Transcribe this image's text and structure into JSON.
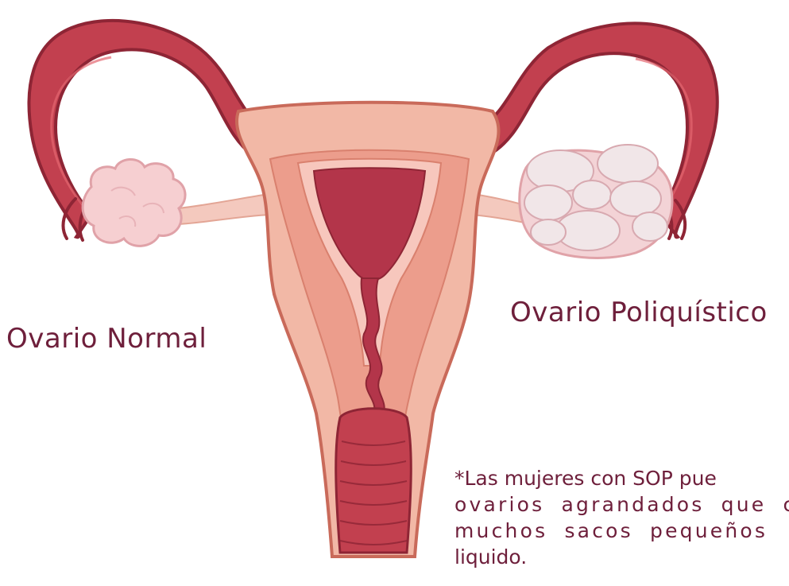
{
  "labels": {
    "normal_ovary": "Ovario Normal",
    "polycystic_ovary": "Ovario Poliquístico"
  },
  "note": {
    "line1": "*Las mujeres con SOP pue",
    "line2": "ovarios agrandados que c",
    "line3": "muchos sacos pequeños",
    "line4": "liquido."
  },
  "colors": {
    "tube_outer": "#b03a48",
    "tube_inner": "#d9535f",
    "uterus_outer": "#f2b8a6",
    "uterus_wall": "#ec9d8c",
    "cavity": "#b3354a",
    "ovary_normal": "#f6cfd1",
    "cyst": "#f1e6e8",
    "text": "#6e1f3b"
  }
}
